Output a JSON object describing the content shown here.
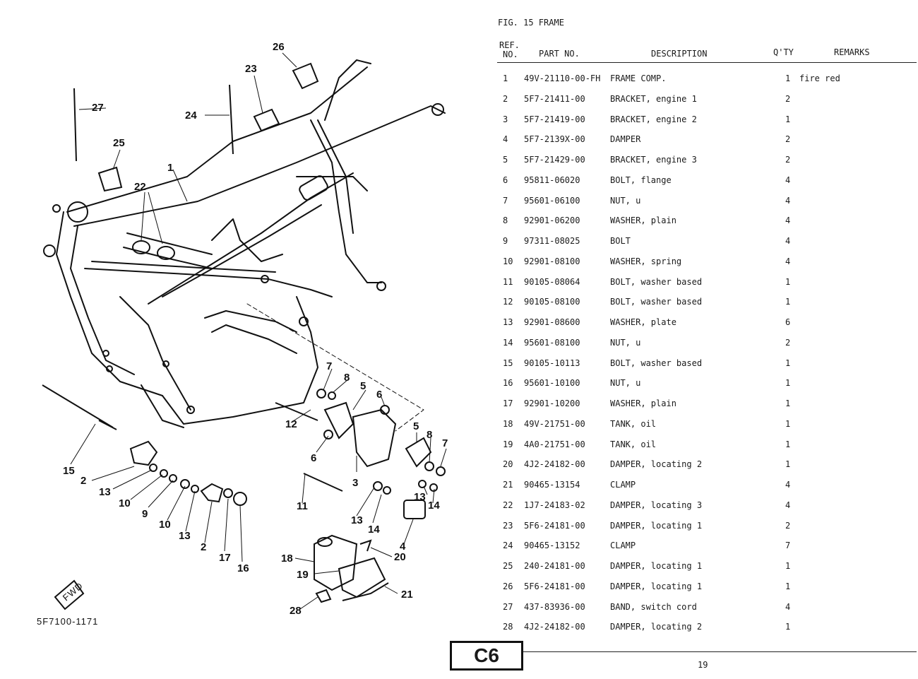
{
  "figure": {
    "title": "FIG. 15  FRAME"
  },
  "table": {
    "headers": {
      "ref_line1": "REF.",
      "ref_line2": "NO.",
      "part_no": "PART NO.",
      "description": "DESCRIPTION",
      "qty": "Q'TY",
      "remarks": "REMARKS"
    },
    "rows": [
      {
        "ref": "1",
        "part": "49V-21110-00-FH",
        "desc": "FRAME COMP.",
        "qty": "1",
        "remarks": "fire red"
      },
      {
        "ref": "2",
        "part": "5F7-21411-00",
        "desc": "BRACKET, engine 1",
        "qty": "2",
        "remarks": ""
      },
      {
        "ref": "3",
        "part": "5F7-21419-00",
        "desc": "BRACKET, engine 2",
        "qty": "1",
        "remarks": ""
      },
      {
        "ref": "4",
        "part": "5F7-2139X-00",
        "desc": "DAMPER",
        "qty": "2",
        "remarks": ""
      },
      {
        "ref": "5",
        "part": "5F7-21429-00",
        "desc": "BRACKET, engine 3",
        "qty": "2",
        "remarks": ""
      },
      {
        "ref": "6",
        "part": "95811-06020",
        "desc": "BOLT, flange",
        "qty": "4",
        "remarks": ""
      },
      {
        "ref": "7",
        "part": "95601-06100",
        "desc": "NUT, u",
        "qty": "4",
        "remarks": ""
      },
      {
        "ref": "8",
        "part": "92901-06200",
        "desc": "WASHER, plain",
        "qty": "4",
        "remarks": ""
      },
      {
        "ref": "9",
        "part": "97311-08025",
        "desc": "BOLT",
        "qty": "4",
        "remarks": ""
      },
      {
        "ref": "10",
        "part": "92901-08100",
        "desc": "WASHER, spring",
        "qty": "4",
        "remarks": ""
      },
      {
        "ref": "11",
        "part": "90105-08064",
        "desc": "BOLT, washer based",
        "qty": "1",
        "remarks": ""
      },
      {
        "ref": "12",
        "part": "90105-08100",
        "desc": "BOLT, washer based",
        "qty": "1",
        "remarks": ""
      },
      {
        "ref": "13",
        "part": "92901-08600",
        "desc": "WASHER, plate",
        "qty": "6",
        "remarks": ""
      },
      {
        "ref": "14",
        "part": "95601-08100",
        "desc": "NUT, u",
        "qty": "2",
        "remarks": ""
      },
      {
        "ref": "15",
        "part": "90105-10113",
        "desc": "BOLT, washer based",
        "qty": "1",
        "remarks": ""
      },
      {
        "ref": "16",
        "part": "95601-10100",
        "desc": "NUT, u",
        "qty": "1",
        "remarks": ""
      },
      {
        "ref": "17",
        "part": "92901-10200",
        "desc": "WASHER, plain",
        "qty": "1",
        "remarks": ""
      },
      {
        "ref": "18",
        "part": "49V-21751-00",
        "desc": "TANK, oil",
        "qty": "1",
        "remarks": ""
      },
      {
        "ref": "19",
        "part": "4A0-21751-00",
        "desc": "TANK, oil",
        "qty": "1",
        "remarks": ""
      },
      {
        "ref": "20",
        "part": "4J2-24182-00",
        "desc": "DAMPER, locating 2",
        "qty": "1",
        "remarks": ""
      },
      {
        "ref": "21",
        "part": "90465-13154",
        "desc": "CLAMP",
        "qty": "4",
        "remarks": ""
      },
      {
        "ref": "22",
        "part": "1J7-24183-02",
        "desc": "DAMPER, locating 3",
        "qty": "4",
        "remarks": ""
      },
      {
        "ref": "23",
        "part": "5F6-24181-00",
        "desc": "DAMPER, locating 1",
        "qty": "2",
        "remarks": ""
      },
      {
        "ref": "24",
        "part": "90465-13152",
        "desc": "CLAMP",
        "qty": "7",
        "remarks": ""
      },
      {
        "ref": "25",
        "part": "240-24181-00",
        "desc": "DAMPER, locating 1",
        "qty": "1",
        "remarks": ""
      },
      {
        "ref": "26",
        "part": "5F6-24181-00",
        "desc": "DAMPER, locating 1",
        "qty": "1",
        "remarks": ""
      },
      {
        "ref": "27",
        "part": "437-83936-00",
        "desc": "BAND, switch cord",
        "qty": "4",
        "remarks": ""
      },
      {
        "ref": "28",
        "part": "4J2-24182-00",
        "desc": "DAMPER, locating 2",
        "qty": "1",
        "remarks": ""
      }
    ]
  },
  "diagram": {
    "callouts": [
      "1",
      "2",
      "2",
      "3",
      "4",
      "5",
      "5",
      "6",
      "6",
      "7",
      "7",
      "8",
      "8",
      "9",
      "10",
      "10",
      "11",
      "12",
      "13",
      "13",
      "13",
      "13",
      "14",
      "14",
      "15",
      "16",
      "17",
      "18",
      "19",
      "20",
      "21",
      "22",
      "23",
      "24",
      "25",
      "26",
      "27",
      "28"
    ],
    "drawing_code": "5F7100-1171",
    "fwd_label": "FWD"
  },
  "footer": {
    "section_badge": "C6",
    "page_number": "19"
  }
}
